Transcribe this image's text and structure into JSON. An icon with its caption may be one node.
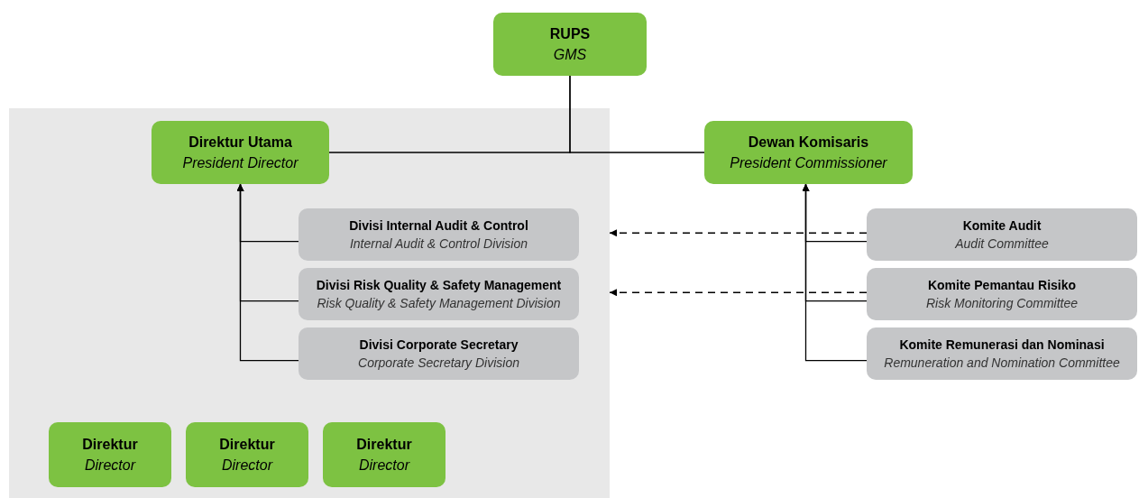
{
  "diagram": {
    "nodes": [
      {
        "text": [
          "RUPS",
          "GMS"
        ]
      },
      {
        "text": [],
        "shape": "box"
      },
      {
        "text": [
          "Direktur Utama",
          "President Director"
        ],
        "in": 1
      },
      {
        "text": [
          "Dewan Komisaris",
          "President Commissioner"
        ]
      },
      {
        "text": [
          "Divisi Internal Audit & Control",
          "Internal Audit & Control Division"
        ],
        "in": 1
      },
      {
        "text": [
          "Divisi Risk Quality & Safety Management",
          "Risk Quality & Safety Management Division"
        ],
        "in": 1
      },
      {
        "text": [
          "Divisi Corporate Secretary",
          "Corporate Secretary Division"
        ],
        "in": 1
      },
      {
        "text": [
          "Komite Audit",
          "Audit Committee"
        ]
      },
      {
        "text": [
          "Komite Pemantau Risiko",
          "Risk Monitoring Committee"
        ]
      },
      {
        "text": [
          "Komite Remunerasi dan Nominasi",
          "Remuneration and Nomination Committee"
        ]
      },
      {
        "text": [
          "Direktur",
          "Director"
        ],
        "in": 1
      },
      {
        "text": [
          "Direktur",
          "Director"
        ],
        "in": 1
      },
      {
        "text": [
          "Direktur",
          "Director"
        ],
        "in": 1
      }
    ],
    "edges": [
      {
        "from": 0,
        "to": 2,
        "arrow": "none"
      },
      {
        "from": 0,
        "to": 3,
        "arrow": "none"
      },
      {
        "from": 4,
        "to": 2,
        "arrow": "to"
      },
      {
        "from": 5,
        "to": 2,
        "arrow": "to"
      },
      {
        "from": 6,
        "to": 2,
        "arrow": "to"
      },
      {
        "from": 7,
        "to": 3,
        "arrow": "to"
      },
      {
        "from": 8,
        "to": 3,
        "arrow": "to"
      },
      {
        "from": 9,
        "to": 3,
        "arrow": "to"
      },
      {
        "from": 7,
        "to": 1,
        "arrow": "to",
        "style": "dashed"
      },
      {
        "from": 8,
        "to": 1,
        "arrow": "to",
        "style": "dashed"
      }
    ]
  }
}
